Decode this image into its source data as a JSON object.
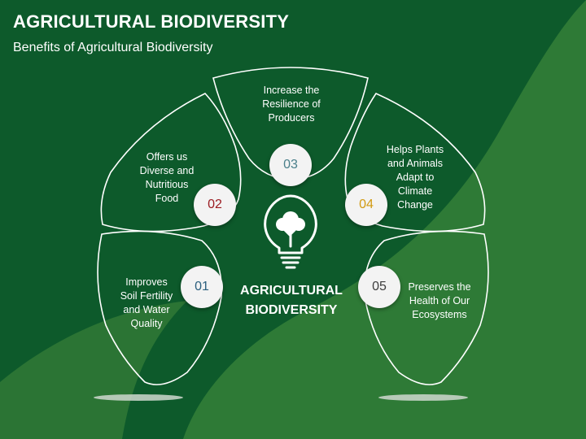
{
  "header": {
    "title": "AGRICULTURAL BIODIVERSITY",
    "subtitle": "Benefits of Agricultural Biodiversity"
  },
  "center": {
    "label_line1": "AGRICULTURAL",
    "label_line2": "BIODIVERSITY",
    "icon": "tree-bulb-icon"
  },
  "colors": {
    "background": "#0d5a2b",
    "wave": "#2e7a36",
    "outline": "#ffffff",
    "badge_bg": "#f3f3f3"
  },
  "items": [
    {
      "number": "01",
      "text": [
        "Improves",
        "Soil Fertility",
        "and Water",
        "Quality"
      ],
      "color": "#2b5f7e"
    },
    {
      "number": "02",
      "text": [
        "Offers us",
        "Diverse and",
        "Nutritious",
        "Food"
      ],
      "color": "#9b1c22"
    },
    {
      "number": "03",
      "text": [
        "Increase the",
        "Resilience of",
        "Producers"
      ],
      "color": "#4a7f8a"
    },
    {
      "number": "04",
      "text": [
        "Helps Plants",
        "and Animals",
        "Adapt to",
        "Climate",
        "Change"
      ],
      "color": "#d19a12"
    },
    {
      "number": "05",
      "text": [
        "Preserves the",
        "Health of Our",
        "Ecosystems"
      ],
      "color": "#3d3d3d"
    }
  ]
}
